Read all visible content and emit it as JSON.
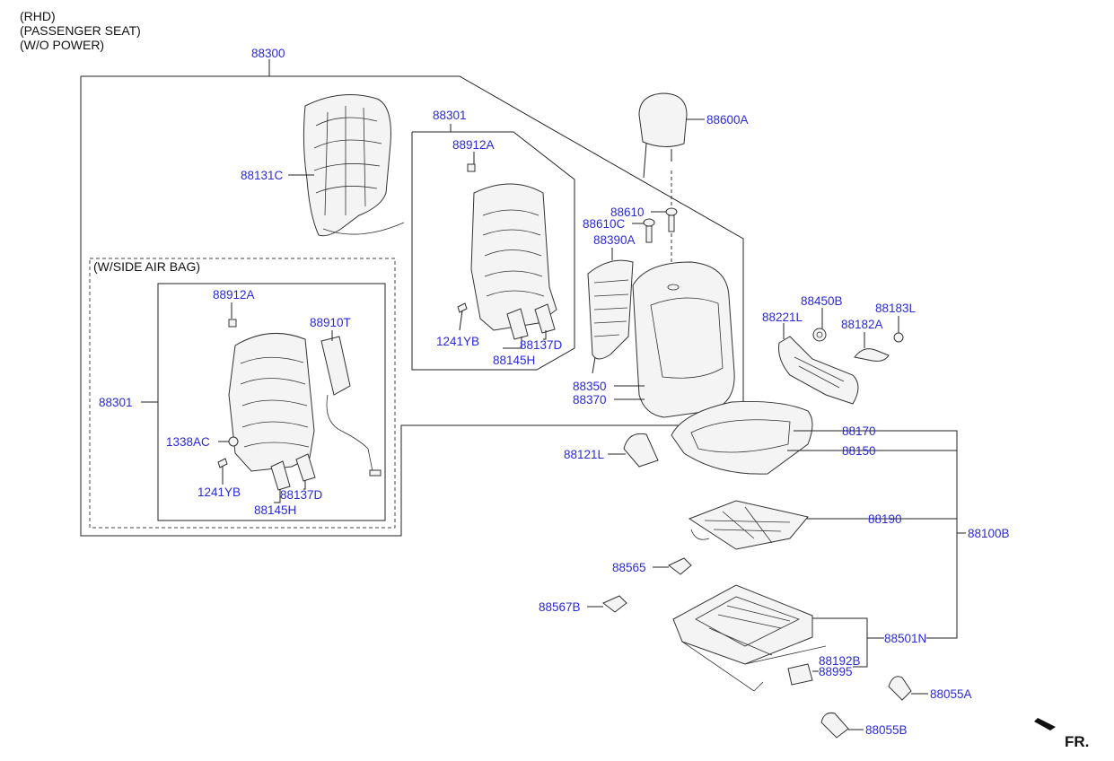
{
  "header": {
    "line1": "(RHD)",
    "line2": "(PASSENGER SEAT)",
    "line3": "(W/O POWER)"
  },
  "group_labels": {
    "side_airbag": "(W/SIDE AIR BAG)"
  },
  "part_labels": {
    "p88300": "88300",
    "p88301_top": "88301",
    "p88912A_top": "88912A",
    "p88131C": "88131C",
    "p1241YB_top": "1241YB",
    "p88137D_top": "88137D",
    "p88145H_top": "88145H",
    "p88600A": "88600A",
    "p88610": "88610",
    "p88610C": "88610C",
    "p88390A": "88390A",
    "p88350": "88350",
    "p88370": "88370",
    "p88450B": "88450B",
    "p88183L": "88183L",
    "p88221L": "88221L",
    "p88182A": "88182A",
    "p88912A_air": "88912A",
    "p88910T": "88910T",
    "p88301_air": "88301",
    "p1338AC": "1338AC",
    "p1241YB_air": "1241YB",
    "p88137D_air": "88137D",
    "p88145H_air": "88145H",
    "p88170": "88170",
    "p88150": "88150",
    "p88121L": "88121L",
    "p88190": "88190",
    "p88100B": "88100B",
    "p88565": "88565",
    "p88567B": "88567B",
    "p88501N": "88501N",
    "p88192B": "88192B",
    "p88995": "88995",
    "p88055A": "88055A",
    "p88055B": "88055B"
  },
  "direction": {
    "label": "FR."
  }
}
